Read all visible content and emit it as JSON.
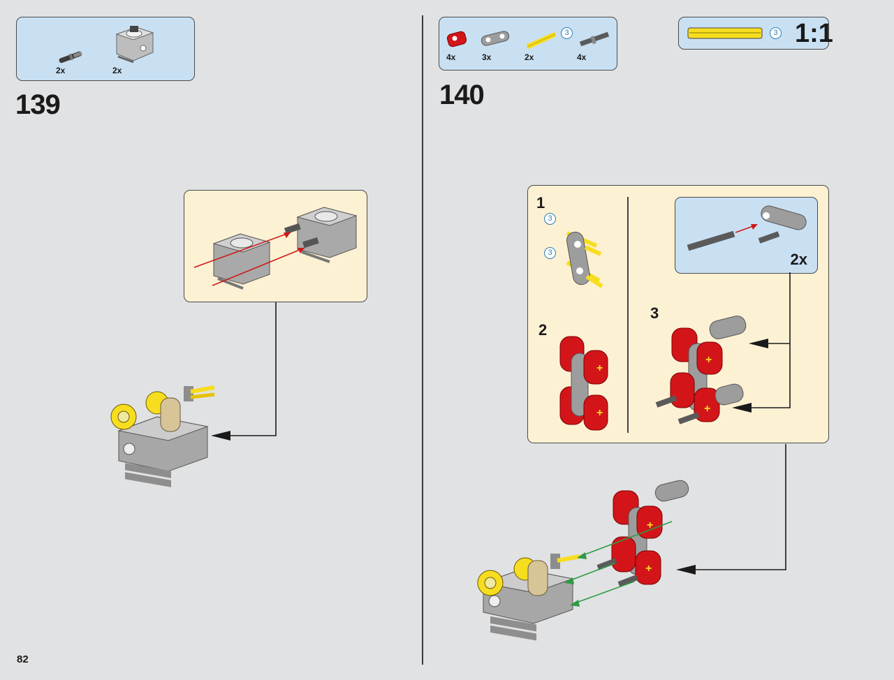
{
  "page": {
    "number": "82"
  },
  "step139": {
    "number": "139",
    "parts": [
      {
        "qty": "2x",
        "icon": "axle-pin-icon"
      },
      {
        "qty": "2x",
        "icon": "gray-frame-block-icon"
      }
    ]
  },
  "step140": {
    "number": "140",
    "parts": [
      {
        "qty": "4x",
        "icon": "red-connector-icon"
      },
      {
        "qty": "3x",
        "icon": "gray-beam-icon"
      },
      {
        "qty": "2x",
        "icon": "yellow-axle-3-icon",
        "length": "3"
      },
      {
        "qty": "4x",
        "icon": "gray-pin-icon"
      }
    ],
    "scale": {
      "length": "3",
      "label": "1:1"
    },
    "substeps": [
      {
        "number": "1",
        "axle_lengths": [
          "3",
          "3"
        ]
      },
      {
        "number": "2"
      },
      {
        "number": "3",
        "callout_qty": "2x"
      }
    ]
  },
  "colors": {
    "background": "#e1e2e3",
    "parts_box": "#c9e0f3",
    "step_box": "#fdf1d3",
    "red": "#d3151a",
    "yellow": "#f7dd1f",
    "gray": "#9d9d9d",
    "tan": "#d8c597"
  }
}
